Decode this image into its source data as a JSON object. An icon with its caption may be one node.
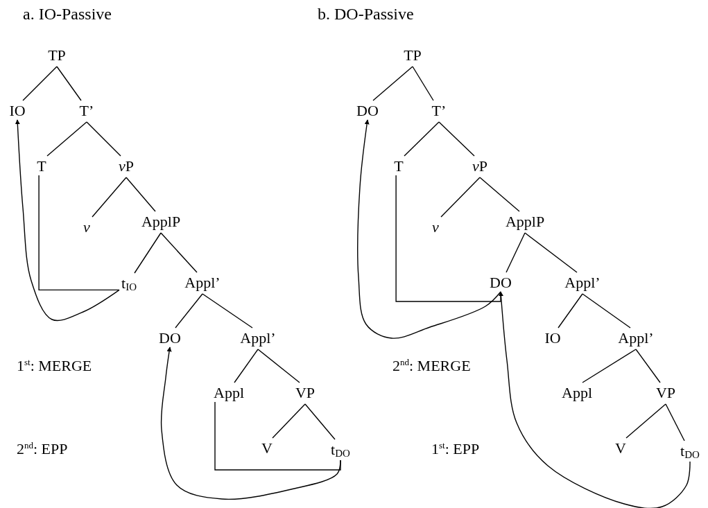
{
  "diagram": {
    "nodes": [
      {
        "text": [
          "TP"
        ]
      },
      {
        "text": [
          "IO"
        ]
      },
      {
        "text": [
          "T’"
        ]
      },
      {
        "text": [
          "T"
        ]
      },
      {
        "text": [
          "vP"
        ]
      },
      {
        "text": [
          "v"
        ]
      },
      {
        "text": [
          "ApplP"
        ]
      },
      {
        "text": [
          "t$_{IO}$"
        ]
      },
      {
        "text": [
          "Appl’"
        ]
      },
      {
        "text": [
          "DO"
        ]
      },
      {
        "text": [
          "Appl’"
        ]
      },
      {
        "text": [
          "Appl"
        ]
      },
      {
        "text": [
          "VP"
        ]
      },
      {
        "text": [
          "V"
        ]
      },
      {
        "text": [
          "t$_{DO}$"
        ]
      },
      {
        "text": [
          "TP"
        ]
      },
      {
        "text": [
          "DO"
        ]
      },
      {
        "text": [
          "T’"
        ]
      },
      {
        "text": [
          "T"
        ]
      },
      {
        "text": [
          "vP"
        ]
      },
      {
        "text": [
          "v"
        ]
      },
      {
        "text": [
          "ApplP"
        ]
      },
      {
        "text": [
          "DO"
        ]
      },
      {
        "text": [
          "Appl’"
        ]
      },
      {
        "text": [
          "IO"
        ]
      },
      {
        "text": [
          "Appl’"
        ]
      },
      {
        "text": [
          "Appl"
        ]
      },
      {
        "text": [
          "VP"
        ]
      },
      {
        "text": [
          "V"
        ]
      },
      {
        "text": [
          "t$_{DO}$"
        ]
      }
    ],
    "edges": [
      {
        "from": 0,
        "to": 1,
        "arrow": "none"
      },
      {
        "from": 0,
        "to": 2,
        "arrow": "none"
      },
      {
        "from": 2,
        "to": 3,
        "arrow": "none"
      },
      {
        "from": 2,
        "to": 4,
        "arrow": "none"
      },
      {
        "from": 4,
        "to": 5,
        "arrow": "none"
      },
      {
        "from": 4,
        "to": 6,
        "arrow": "none"
      },
      {
        "from": 6,
        "to": 7,
        "arrow": "none"
      },
      {
        "from": 6,
        "to": 8,
        "arrow": "none"
      },
      {
        "from": 8,
        "to": 9,
        "arrow": "none"
      },
      {
        "from": 8,
        "to": 10,
        "arrow": "none"
      },
      {
        "from": 10,
        "to": 11,
        "arrow": "none"
      },
      {
        "from": 10,
        "to": 12,
        "arrow": "none"
      },
      {
        "from": 12,
        "to": 13,
        "arrow": "none"
      },
      {
        "from": 12,
        "to": 14,
        "arrow": "none"
      },
      {
        "from": 15,
        "to": 16,
        "arrow": "none"
      },
      {
        "from": 15,
        "to": 17,
        "arrow": "none"
      },
      {
        "from": 17,
        "to": 18,
        "arrow": "none"
      },
      {
        "from": 17,
        "to": 19,
        "arrow": "none"
      },
      {
        "from": 19,
        "to": 20,
        "arrow": "none"
      },
      {
        "from": 19,
        "to": 21,
        "arrow": "none"
      },
      {
        "from": 21,
        "to": 22,
        "arrow": "none"
      },
      {
        "from": 21,
        "to": 23,
        "arrow": "none"
      },
      {
        "from": 23,
        "to": 24,
        "arrow": "none"
      },
      {
        "from": 23,
        "to": 25,
        "arrow": "none"
      },
      {
        "from": 25,
        "to": 26,
        "arrow": "none"
      },
      {
        "from": 25,
        "to": 27,
        "arrow": "none"
      },
      {
        "from": 27,
        "to": 28,
        "arrow": "none"
      },
      {
        "from": 27,
        "to": 29,
        "arrow": "none"
      },
      {
        "from": 3,
        "to": 7,
        "arrow": "none"
      },
      {
        "from": 7,
        "to": 1,
        "arrow": "to"
      },
      {
        "from": 11,
        "to": 14,
        "arrow": "none"
      },
      {
        "from": 14,
        "to": 9,
        "arrow": "to"
      },
      {
        "from": 18,
        "to": 22,
        "arrow": "none"
      },
      {
        "from": 22,
        "to": 16,
        "arrow": "to"
      },
      {
        "from": 29,
        "to": 22,
        "arrow": "to"
      }
    ],
    "labels": [
      "a. IO-Passive",
      "b. DO-Passive",
      "1$^{st}$: MERGE",
      "2$^{nd}$: EPP",
      "2$^{nd}$: MERGE",
      "1$^{st}$: EPP"
    ]
  }
}
